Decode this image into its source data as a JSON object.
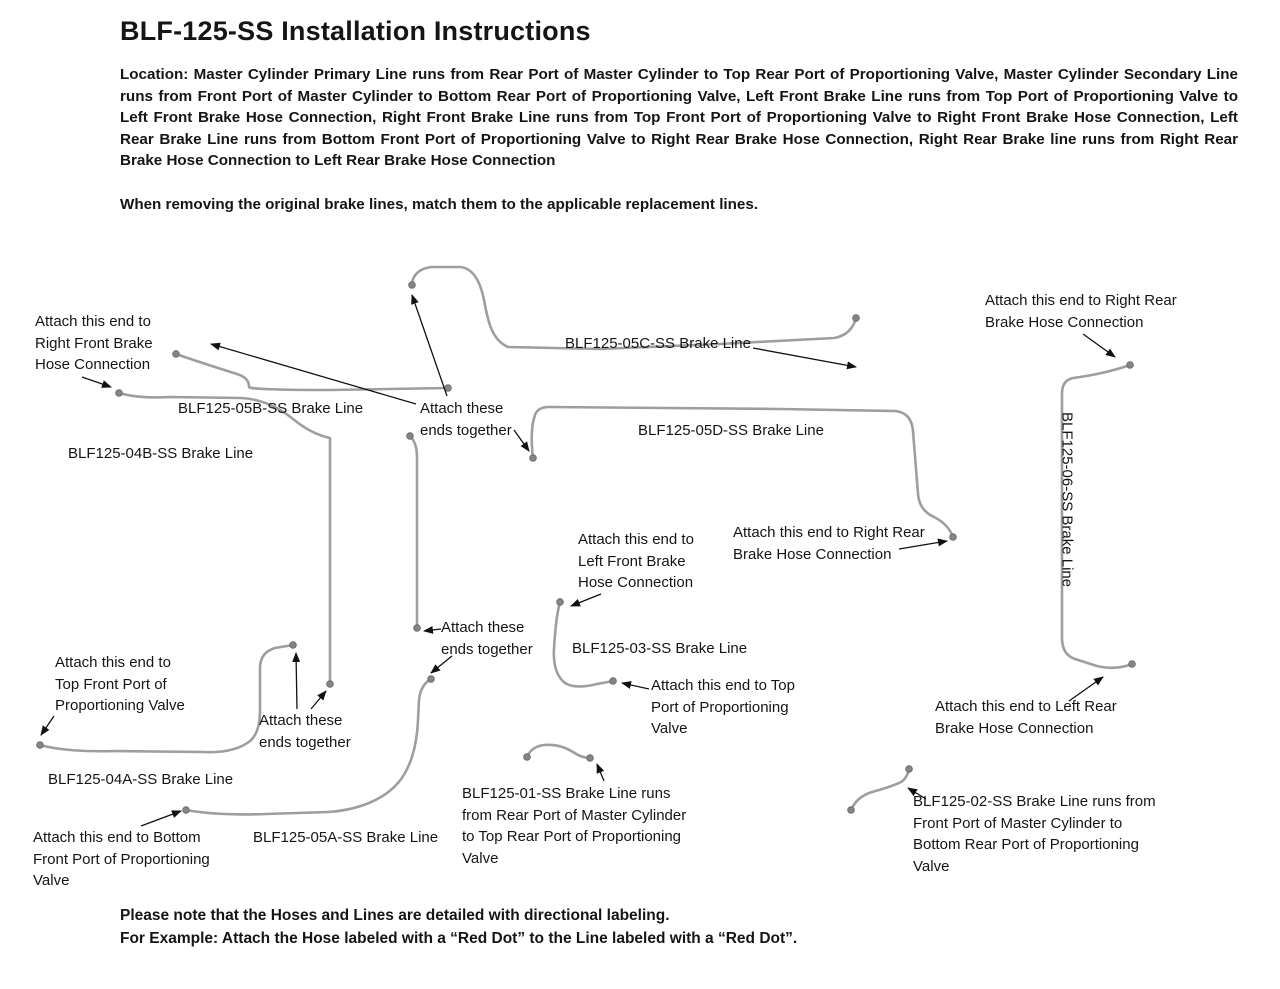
{
  "title": "BLF-125-SS Installation Instructions",
  "intro": {
    "location": "Location: Master Cylinder Primary Line runs from Rear Port of Master Cylinder to Top Rear Port of Proportioning Valve, Master Cylinder Secondary Line runs from Front Port of Master Cylinder to Bottom Rear Port of Proportioning Valve, Left Front Brake Line runs from Top Port of Proportioning Valve to Left Front Brake Hose Connection, Right Front Brake Line runs from Top Front Port of Proportioning Valve to Right Front Brake Hose Connection, Left Rear Brake Line runs from Bottom Front Port of Proportioning Valve to Right Rear Brake Hose Connection, Right Rear Brake line runs from Right Rear Brake Hose Connection to Left Rear Brake Hose Connection",
    "note": "When removing the original brake lines, match them to the applicable replacement lines."
  },
  "diagram": {
    "line_color": "#9e9e9e",
    "fitting_color": "#858585",
    "arrow_color": "#111111",
    "labels": {
      "attach_right_front": "Attach this end to Right Front Brake Hose Connection",
      "line_05b": "BLF125-05B-SS Brake Line",
      "line_04b": "BLF125-04B-SS Brake Line",
      "attach_together_top": "Attach these ends together",
      "line_05c": "BLF125-05C-SS Brake Line",
      "attach_right_rear_top": "Attach this end to Right Rear Brake Hose Connection",
      "line_05d": "BLF125-05D-SS Brake Line",
      "line_06": "BLF125-06-SS Brake Line",
      "attach_left_front": "Attach this end to Left Front Brake Hose Connection",
      "attach_right_rear_mid": "Attach this end to Right Rear Brake Hose Connection",
      "attach_together_center": "Attach these ends together",
      "line_03": "BLF125-03-SS Brake Line",
      "attach_top_port": "Attach this end to Top Port of Proportioning Valve",
      "attach_top_front_port": "Attach this end to Top Front Port of Proportioning Valve",
      "attach_together_left": "Attach these ends together",
      "line_04a": "BLF125-04A-SS Brake Line",
      "attach_bottom_front_port": "Attach this end to Bottom Front Port of Proportioning Valve",
      "line_05a": "BLF125-05A-SS Brake Line",
      "line_01_runs": "BLF125-01-SS Brake Line runs from Rear Port of Master Cylinder to Top Rear Port of Proportioning Valve",
      "attach_left_rear": "Attach this end to Left Rear Brake Hose Connection",
      "line_02_runs": "BLF125-02-SS Brake Line runs from Front Port of Master Cylinder to Bottom Rear Port of Proportioning Valve"
    }
  },
  "footer": {
    "note1": "Please note that the Hoses and Lines are detailed with directional labeling.",
    "note2": "For Example: Attach the Hose labeled with a “Red Dot” to the Line labeled with a “Red Dot”."
  }
}
